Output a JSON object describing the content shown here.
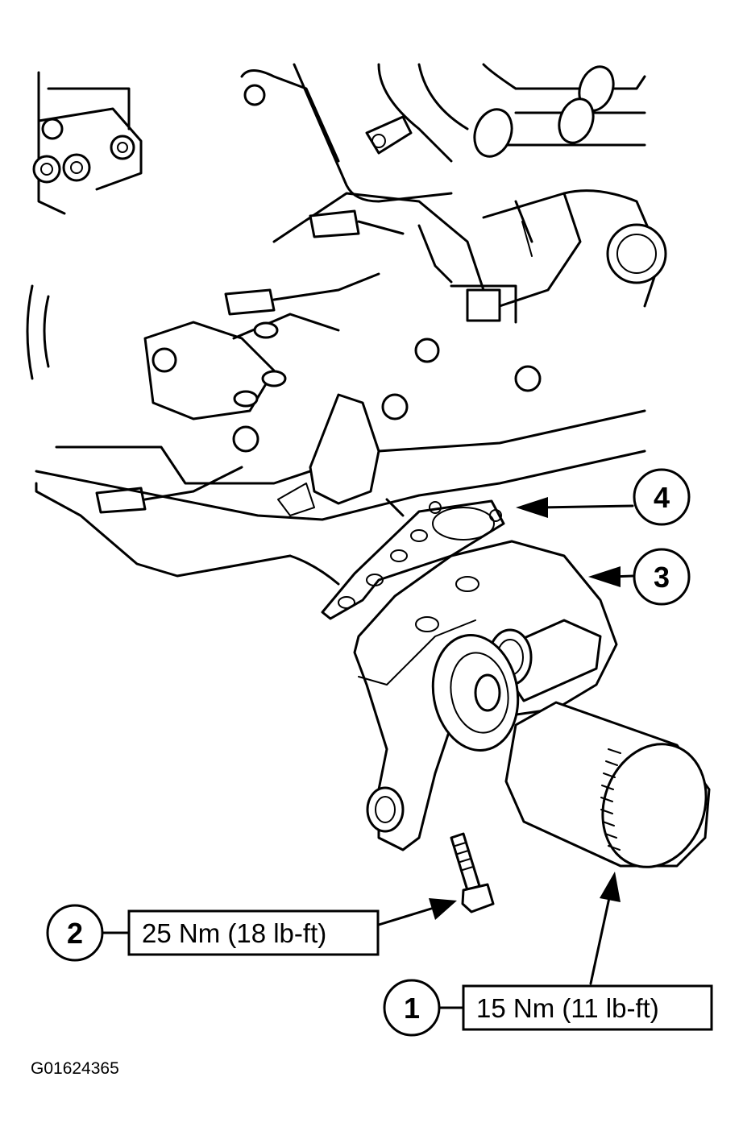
{
  "figure_id": "G01624365",
  "callouts": [
    {
      "number": "1",
      "torque": "15 Nm (11 lb-ft)"
    },
    {
      "number": "2",
      "torque": "25 Nm (18 lb-ft)"
    },
    {
      "number": "3"
    },
    {
      "number": "4"
    }
  ]
}
